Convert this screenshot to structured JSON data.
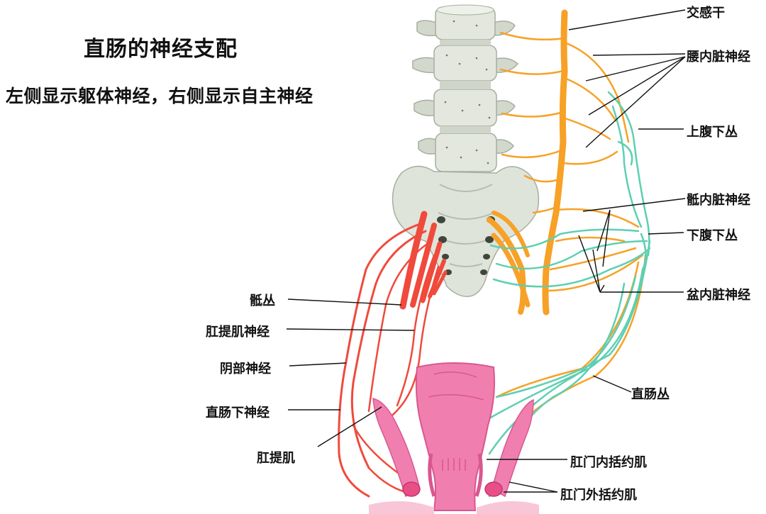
{
  "title": "直肠的神经支配",
  "subtitle": "左侧显示躯体神经，右侧显示自主神经",
  "labels": {
    "sympathetic_trunk": "交感干",
    "lumbar_splanchnic": "腰内脏神经",
    "superior_hypogastric": "上腹下丛",
    "sacral_splanchnic": "骶内脏神经",
    "inferior_hypogastric": "下腹下丛",
    "pelvic_splanchnic": "盆内脏神经",
    "rectal_plexus": "直肠丛",
    "internal_sphincter": "肛门内括约肌",
    "external_sphincter": "肛门外括约肌",
    "sacral_plexus": "骶丛",
    "levator_ani_nerve": "肛提肌神经",
    "pudendal_nerve": "阴部神经",
    "inferior_rectal_nerve": "直肠下神经",
    "levator_ani": "肛提肌"
  },
  "colors": {
    "bone": "#dfe4da",
    "bone_shade": "#b9c0b4",
    "somatic_nerve": "#ef4a3c",
    "sympathetic": "#f7a126",
    "parasympathetic": "#5ecfb2",
    "rectum": "#f07fb0",
    "rectum_dark": "#d9578f"
  }
}
